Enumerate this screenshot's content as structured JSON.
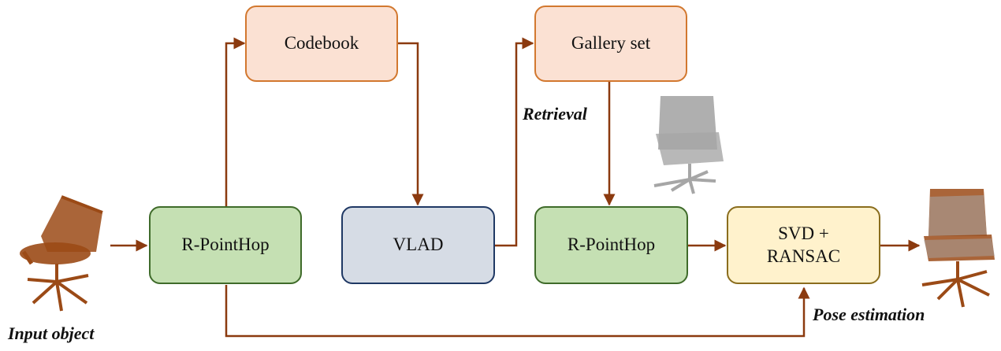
{
  "nodes": {
    "codebook": "Codebook",
    "gallery": "Gallery set",
    "rpointhop1": "R-PointHop",
    "vlad": "VLAD",
    "rpointhop2": "R-PointHop",
    "svd_line1": "SVD +",
    "svd_line2": "RANSAC"
  },
  "labels": {
    "input": "Input object",
    "retrieval": "Retrieval",
    "pose": "Pose estimation"
  },
  "colors": {
    "arrow": "#8b3a0f",
    "point_brown": "#9b4a16",
    "point_gray": "#a6a6a6"
  }
}
